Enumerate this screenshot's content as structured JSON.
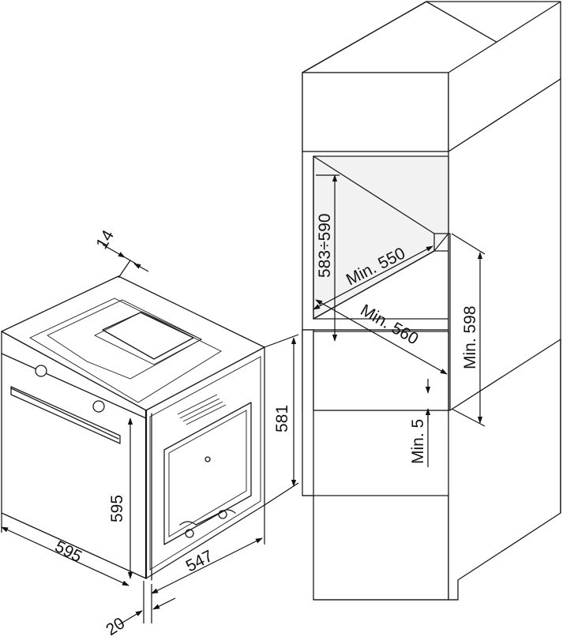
{
  "oven": {
    "width": "595",
    "height": "595",
    "depth": "547",
    "body_height": "581",
    "door_thickness": "20",
    "front_gap": "14"
  },
  "cabinet": {
    "niche_height": "583÷590",
    "niche_depth": "Min. 550",
    "niche_width": "Min. 560",
    "opening_height": "Min. 598",
    "bottom_gap": "Min. 5"
  }
}
